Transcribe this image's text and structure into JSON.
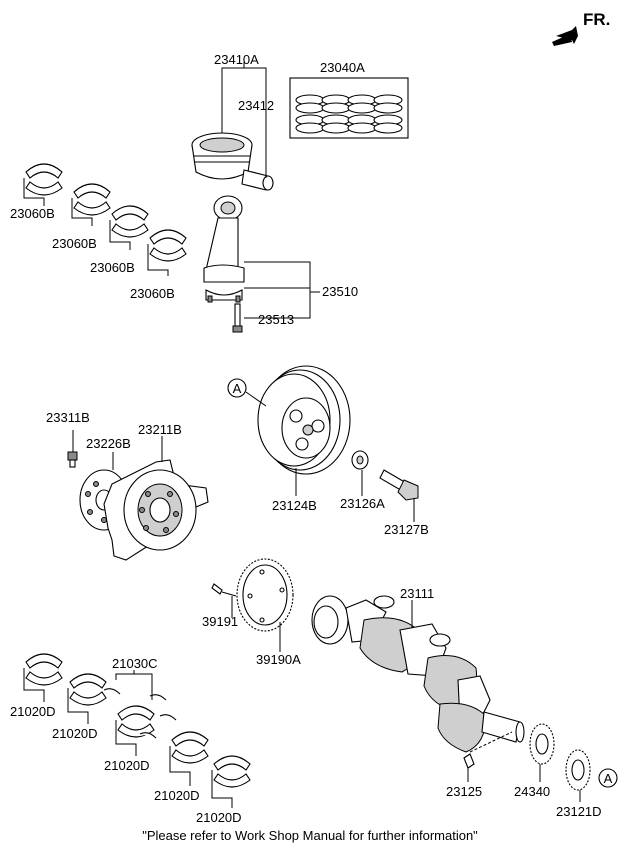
{
  "orientation": {
    "label": "FR."
  },
  "reference_marks": {
    "a1": "A",
    "a2": "A"
  },
  "labels": {
    "p23410A": "23410A",
    "p23040A": "23040A",
    "p23412": "23412",
    "p23060B_1": "23060B",
    "p23060B_2": "23060B",
    "p23060B_3": "23060B",
    "p23060B_4": "23060B",
    "p23510": "23510",
    "p23513": "23513",
    "p23311B": "23311B",
    "p23226B": "23226B",
    "p23211B": "23211B",
    "p23124B": "23124B",
    "p23126A": "23126A",
    "p23127B": "23127B",
    "p39191": "39191",
    "p39190A": "39190A",
    "p23111": "23111",
    "p21030C": "21030C",
    "p21020D_1": "21020D",
    "p21020D_2": "21020D",
    "p21020D_3": "21020D",
    "p21020D_4": "21020D",
    "p21020D_5": "21020D",
    "p23125": "23125",
    "p24340": "24340",
    "p23121D": "23121D"
  },
  "footer": {
    "note": "\"Please refer to Work Shop Manual for further information\""
  }
}
